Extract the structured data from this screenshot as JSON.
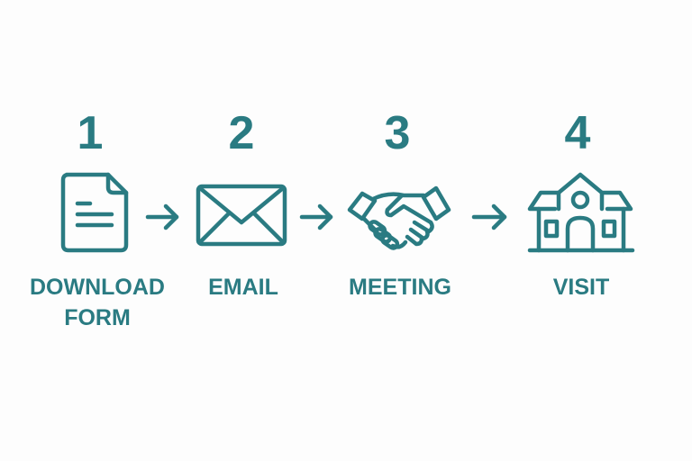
{
  "accent_color": "#2a7b82",
  "steps": [
    {
      "number": "1",
      "label_line1": "DOWNLOAD",
      "label_line2": "FORM",
      "icon": "document-icon"
    },
    {
      "number": "2",
      "label_line1": "EMAIL",
      "icon": "envelope-icon"
    },
    {
      "number": "3",
      "label_line1": "MEETING",
      "icon": "handshake-icon"
    },
    {
      "number": "4",
      "label_line1": "VISIT",
      "icon": "house-icon"
    }
  ]
}
